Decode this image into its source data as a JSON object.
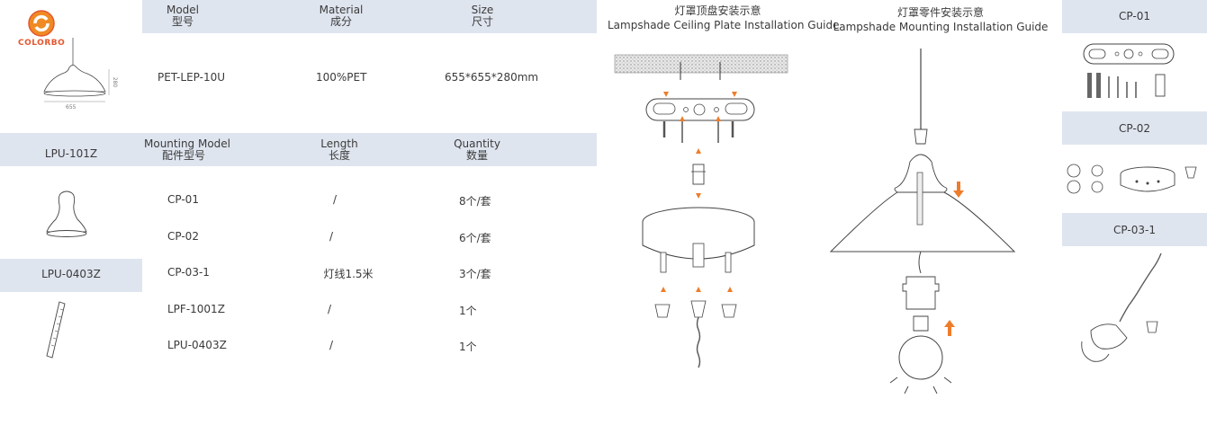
{
  "brand": {
    "name": "COLORBO"
  },
  "product_table": {
    "headers": [
      {
        "en": "Model",
        "zh": "型号"
      },
      {
        "en": "Material",
        "zh": "成分"
      },
      {
        "en": "Size",
        "zh": "尺寸"
      }
    ],
    "row": {
      "model": "PET-LEP-10U",
      "material": "100%PET",
      "size": "655*655*280mm"
    },
    "dims": {
      "width": "655",
      "height": "280"
    }
  },
  "left_labels": {
    "part_a": "LPU-101Z",
    "part_b": "LPU-0403Z"
  },
  "parts_table": {
    "headers": [
      {
        "en": "Mounting Model",
        "zh": "配件型号"
      },
      {
        "en": "Length",
        "zh": "长度"
      },
      {
        "en": "Quantity",
        "zh": "数量"
      }
    ],
    "rows": [
      {
        "model": "CP-01",
        "length": "/",
        "qty": "8个/套"
      },
      {
        "model": "CP-02",
        "length": "/",
        "qty": "6个/套"
      },
      {
        "model": "CP-03-1",
        "length": "灯线1.5米",
        "qty": "3个/套"
      },
      {
        "model": "LPF-1001Z",
        "length": "/",
        "qty": "1个"
      },
      {
        "model": "LPU-0403Z",
        "length": "/",
        "qty": "1个"
      }
    ]
  },
  "guides": {
    "ceiling": {
      "zh": "灯罩顶盘安装示意",
      "en": "Lampshade Ceiling Plate Installation Guide"
    },
    "mounting": {
      "zh": "灯罩零件安装示意",
      "en": "Lampshade Mounting Installation Guide"
    }
  },
  "right_panel": {
    "cp01": "CP-01",
    "cp02": "CP-02",
    "cp031": "CP-03-1"
  },
  "colors": {
    "band": "#dfe5ef",
    "arrow": "#ee7d2b",
    "logo_orange": "#f08a24",
    "logo_red": "#e4572e"
  }
}
